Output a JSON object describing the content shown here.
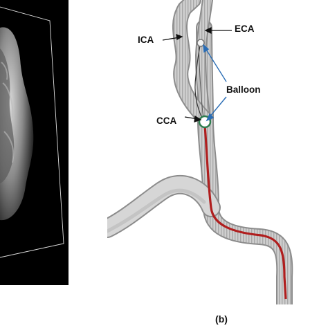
{
  "figure": {
    "labels": {
      "ica": "ICA",
      "eca": "ECA",
      "balloon": "Balloon",
      "cca": "CCA"
    },
    "caption_b": "(b)"
  },
  "colors": {
    "vessel": "#c8c8c8",
    "vessel_edge": "#8c8c8c",
    "catheter": "#b01e1e",
    "arrow": "#2a6db5",
    "balloon_ring": "#2e7d4f",
    "panel_a_bg": "#000000"
  }
}
